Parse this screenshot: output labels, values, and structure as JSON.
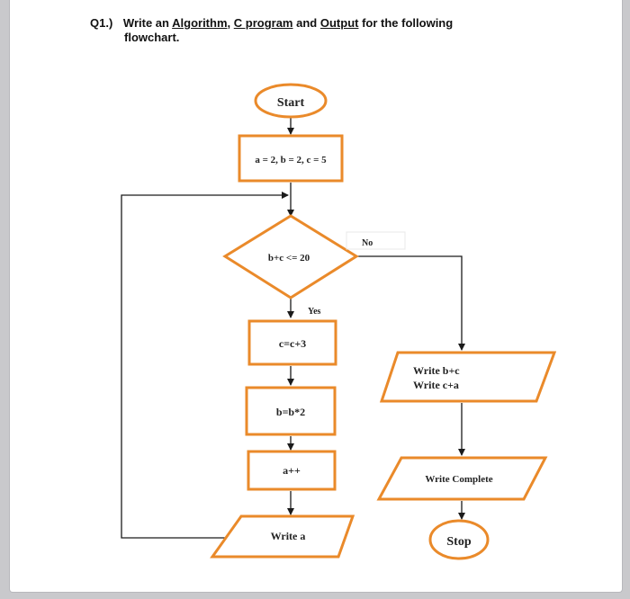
{
  "question": {
    "number": "Q1.)",
    "prefix": "Write an",
    "word1": "Algorithm",
    "sep1": ",",
    "word2": "C program",
    "sep2": "and",
    "word3": "Output",
    "suffix": "for the following",
    "line2": "flowchart."
  },
  "flowchart": {
    "start": "Start",
    "init": "a = 2, b = 2, c = 5",
    "condition": "b+c <= 20",
    "no_label": "No",
    "yes_label": "Yes",
    "step1": "c=c+3",
    "step2": "b=b*2",
    "step3": "a++",
    "write_a": "Write a",
    "write_line1": "Write b+c",
    "write_line2": "Write  c+a",
    "write_complete": "Write Complete",
    "stop": "Stop"
  },
  "colors": {
    "shape_border": "#ea8a2a",
    "arrow": "#1b1b1b"
  }
}
